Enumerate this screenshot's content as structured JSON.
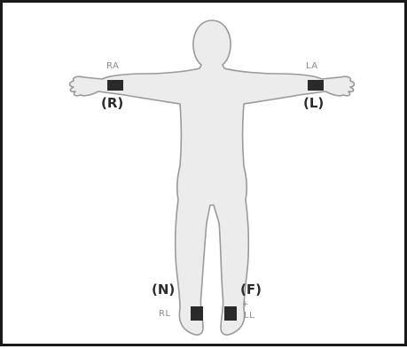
{
  "electrodes": {
    "right_arm": {
      "short": "RA",
      "code": "(R)"
    },
    "left_arm": {
      "short": "LA",
      "code": "(L)"
    },
    "right_leg": {
      "short": "RL",
      "code": "(N)"
    },
    "left_leg": {
      "short": "LL",
      "code": "(F)"
    }
  },
  "colors": {
    "body_fill": "#ececec",
    "body_outline": "#9a9a9a",
    "electrode": "#2a2a2a",
    "frame": "#1a1a1a"
  }
}
